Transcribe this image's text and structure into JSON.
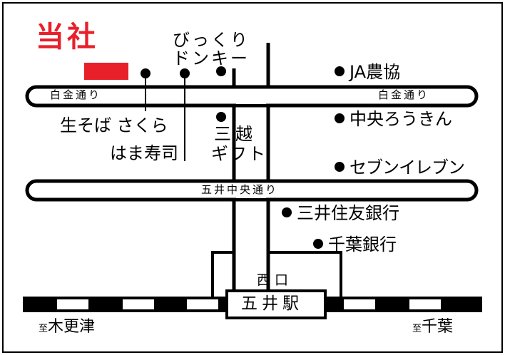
{
  "company_label": "当社",
  "company_marker_color": "#e8202a",
  "roads": {
    "shirogane_left": "白金通り",
    "shirogane_right": "白金通り",
    "goi_chuo": "五井中央通り"
  },
  "landmarks": {
    "bikkuri_line1": "びっくり",
    "bikkuri_line2": "ドンキー",
    "namasoba": "生そば さくら",
    "hama_sushi": "はま寿司",
    "mitsukoshi_line1": "三越",
    "mitsukoshi_line2": "ギフト",
    "ja": "JA農協",
    "chuo_rokin": "中央ろうきん",
    "seven_eleven": "セブンイレブン",
    "mitsui_sumitomo": "三井住友銀行",
    "chiba_bank": "千葉銀行"
  },
  "station": {
    "name": "五井駅",
    "gate": "西口"
  },
  "destinations": {
    "prefix": "至",
    "left": "木更津",
    "right": "千葉"
  }
}
